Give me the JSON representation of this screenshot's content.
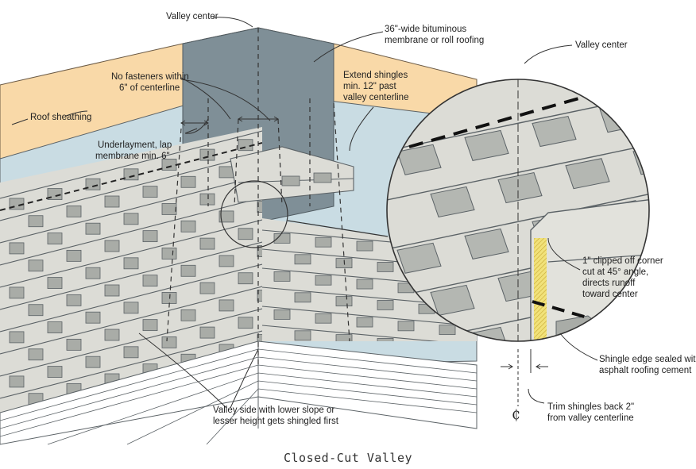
{
  "caption": "Closed-Cut Valley",
  "centerline_symbol": "₵",
  "colors": {
    "sheathing": "#f9d9a8",
    "underlayment": "#c9dce3",
    "membrane": "#7f8f97",
    "shingle": "#dcdcd6",
    "shingle_edge": "#5b6266",
    "sealant": "#e8d466",
    "fascia": "#ffffff"
  },
  "labels": {
    "valley_center_main": "Valley center",
    "membrane_line1": "36\"-wide bituminous",
    "membrane_line2": "membrane or roll roofing",
    "no_fasteners_line1": "No fasteners within",
    "no_fasteners_line2": "6\" of centerline",
    "extend_line1": "Extend shingles",
    "extend_line2": "min. 12\" past",
    "extend_line3": "valley centerline",
    "roof_sheathing": "Roof sheathing",
    "underlayment_line1": "Underlayment, lap",
    "underlayment_line2": "membrane min. 6\"",
    "valley_side_line1": "Valley side with lower slope or",
    "valley_side_line2": "lesser height gets shingled first",
    "valley_center_detail": "Valley center",
    "clipped_line1": "1\" clipped off corner",
    "clipped_line2": "cut at 45° angle,",
    "clipped_line3": "directs runoff",
    "clipped_line4": "toward center",
    "sealed_line1": "Shingle edge sealed with",
    "sealed_line2": "asphalt roofing cement",
    "trim_line1": "Trim shingles back 2\"",
    "trim_line2": "from valley centerline"
  }
}
